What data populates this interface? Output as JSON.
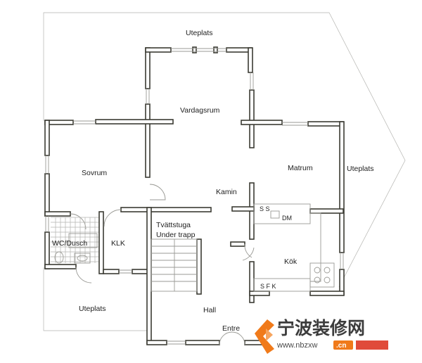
{
  "rooms": {
    "uteplats_top": "Uteplats",
    "uteplats_right": "Uteplats",
    "uteplats_bottom": "Uteplats",
    "vardagsrum": "Vardagsrum",
    "sovrum": "Sovrum",
    "matrum": "Matrum",
    "kamin": "Kamin",
    "tvattstuga_line1": "Tvättstuga",
    "tvattstuga_line2": "Under trapp",
    "wc_dusch": "WC/Dusch",
    "klk": "KLK",
    "kok": "Kök",
    "hall": "Hall",
    "entre": "Entre"
  },
  "fixtures": {
    "ss": "S S",
    "dm": "DM",
    "sfk": "S  F  K"
  },
  "watermark": {
    "chinese": "宁波装修网",
    "url": "www.nbzxw",
    "url_cn": ".cn",
    "brand_color": "#f07a1a"
  }
}
